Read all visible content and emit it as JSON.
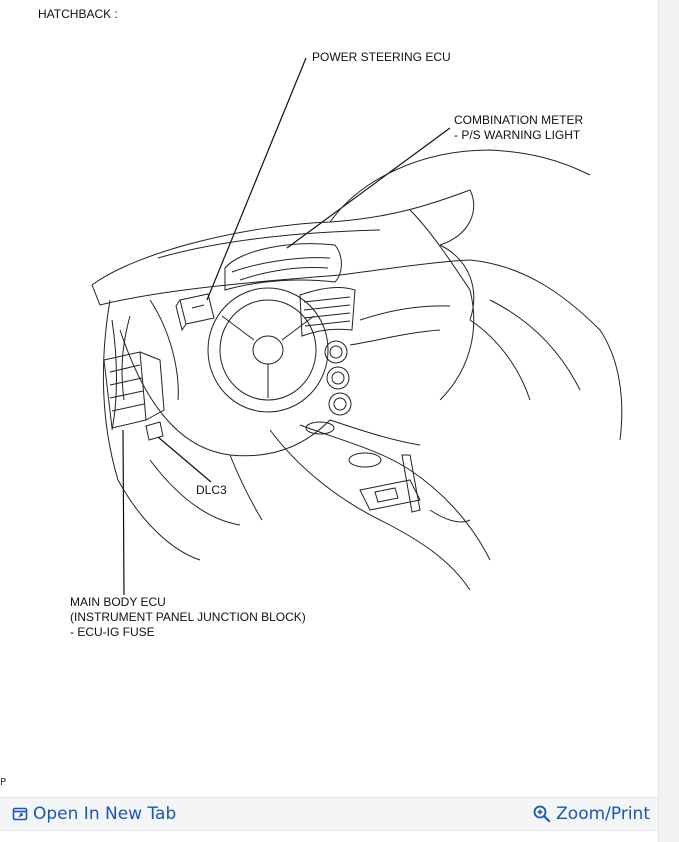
{
  "diagram": {
    "variant_label": "HATCHBACK :",
    "callouts": {
      "power_steering_ecu": "POWER STEERING ECU",
      "combination_meter_line1": "COMBINATION METER",
      "combination_meter_line2": "- P/S WARNING LIGHT",
      "dlc3": "DLC3",
      "main_body_ecu_line1": "MAIN BODY ECU",
      "main_body_ecu_line2": "(INSTRUMENT PANEL JUNCTION BLOCK)",
      "main_body_ecu_line3": "- ECU-IG FUSE"
    },
    "stray_glyph": "P"
  },
  "footer": {
    "open_new_tab_label": "Open In New Tab",
    "zoom_print_label": "Zoom/Print",
    "link_color": "#1a56b8",
    "open_new_tab_icon": "open-new-tab-icon",
    "zoom_icon": "zoom-in-icon"
  }
}
